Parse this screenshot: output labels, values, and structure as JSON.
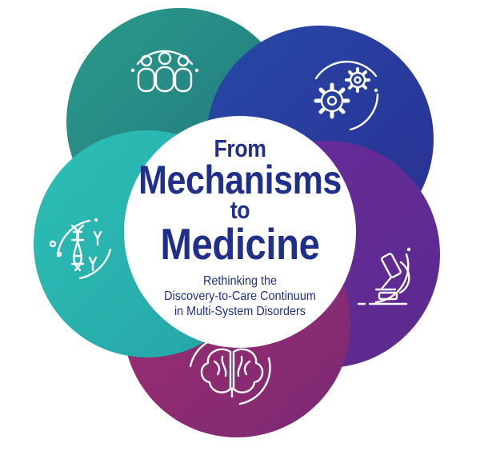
{
  "title": {
    "line1": "From",
    "line2": "Mechanisms",
    "line3": "to",
    "line4": "Medicine"
  },
  "subtitle": {
    "line1": "Rethinking the",
    "line2": "Discovery-to-Care Continuum",
    "line3": "in Multi-System Disorders"
  },
  "petals": [
    {
      "icon": "people-icon",
      "color": "#27847f"
    },
    {
      "icon": "gears-icon",
      "color": "#2c3e9e"
    },
    {
      "icon": "microscope-icon",
      "color": "#6a2f92"
    },
    {
      "icon": "brain-icon",
      "color": "#8b2a72"
    },
    {
      "icon": "dna-icon",
      "color": "#29b4b2"
    }
  ],
  "colors": {
    "title": "#1f2f8a",
    "center": "#ffffff"
  }
}
